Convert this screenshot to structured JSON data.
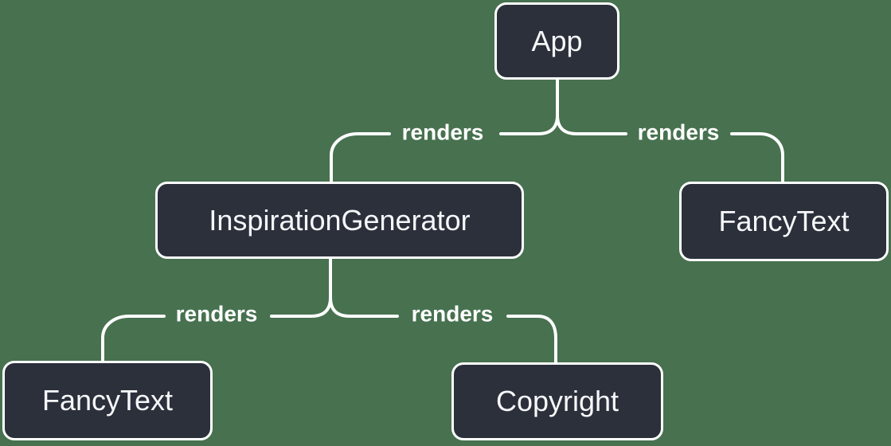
{
  "diagram": {
    "nodes": [
      {
        "id": "app",
        "label": "App"
      },
      {
        "id": "inspiration-generator",
        "label": "InspirationGenerator"
      },
      {
        "id": "fancy-text-top-right",
        "label": "FancyText"
      },
      {
        "id": "fancy-text-bottom-left",
        "label": "FancyText"
      },
      {
        "id": "copyright",
        "label": "Copyright"
      }
    ],
    "edges": [
      {
        "from": "App",
        "to": "InspirationGenerator",
        "label": "renders"
      },
      {
        "from": "App",
        "to": "FancyText",
        "label": "renders"
      },
      {
        "from": "InspirationGenerator",
        "to": "FancyText",
        "label": "renders"
      },
      {
        "from": "InspirationGenerator",
        "to": "Copyright",
        "label": "renders"
      }
    ],
    "colors": {
      "background": "#47714F",
      "node_fill": "#2B303B",
      "node_border": "#FFFFFF",
      "node_text": "#F6F7F9",
      "edge_line": "#FFFFFF",
      "edge_label_text": "#FFFFFF"
    }
  }
}
